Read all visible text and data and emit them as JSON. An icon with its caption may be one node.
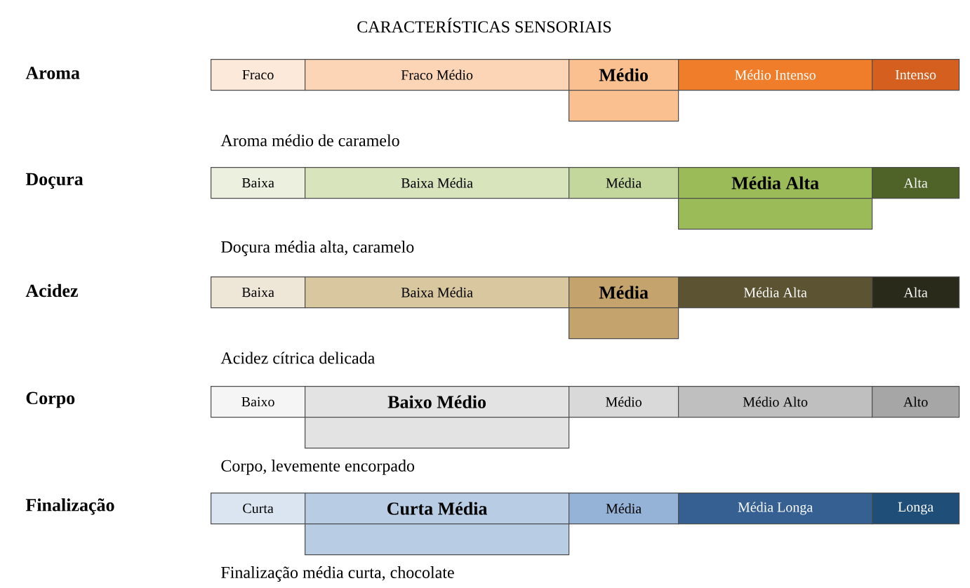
{
  "diagram": {
    "title": "CARACTERÍSTICAS SENSORIAIS",
    "nodes": [
      {
        "text": [
          "Fraco"
        ]
      },
      {
        "text": [
          "Fraco Médio"
        ]
      },
      {
        "text": [
          "Médio"
        ]
      },
      {
        "text": [
          "Médio Intenso"
        ]
      },
      {
        "text": [
          "Intenso"
        ]
      },
      {
        "text": [],
        "shape": "box"
      },
      {
        "text": [
          "Baixa"
        ]
      },
      {
        "text": [
          "Baixa Média"
        ]
      },
      {
        "text": [
          "Média"
        ]
      },
      {
        "text": [
          "Média Alta"
        ]
      },
      {
        "text": [
          "Alta"
        ]
      },
      {
        "text": [],
        "shape": "box"
      },
      {
        "text": [
          "Baixa"
        ]
      },
      {
        "text": [
          "Baixa Média"
        ]
      },
      {
        "text": [
          "Média"
        ]
      },
      {
        "text": [
          "Média Alta"
        ]
      },
      {
        "text": [
          "Alta"
        ]
      },
      {
        "text": [],
        "shape": "box"
      },
      {
        "text": [
          "Baixo"
        ]
      },
      {
        "text": [
          "Baixo Médio"
        ]
      },
      {
        "text": [
          "Médio"
        ]
      },
      {
        "text": [
          "Médio Alto"
        ]
      },
      {
        "text": [
          "Alto"
        ]
      },
      {
        "text": [],
        "shape": "box"
      },
      {
        "text": [
          "Curta"
        ]
      },
      {
        "text": [
          "Curta Média"
        ]
      },
      {
        "text": [
          "Média"
        ]
      },
      {
        "text": [
          "Média Longa"
        ]
      },
      {
        "text": [
          "Longa"
        ]
      },
      {
        "text": [],
        "shape": "box"
      }
    ],
    "labels": [
      "Aroma",
      "Aroma médio de caramelo",
      "Doçura",
      "Doçura média alta, caramelo",
      "Acidez",
      "Acidez cítrica delicada",
      "Corpo",
      "Corpo, levemente encorpado",
      "Finalização",
      "Finalização média curta, chocolate"
    ]
  }
}
